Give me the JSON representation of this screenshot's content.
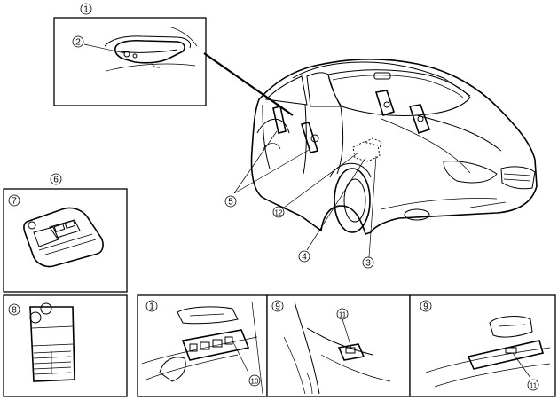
{
  "callouts": {
    "c1_top": "1",
    "c2": "2",
    "c3": "3",
    "c4": "4",
    "c5": "5",
    "c6": "6",
    "c7": "7",
    "c8": "8",
    "c12": "12",
    "c1_panel": "1",
    "c10": "10",
    "c9_mid": "9",
    "c11_mid": "11",
    "c9_right": "9",
    "c11_right": "11"
  }
}
